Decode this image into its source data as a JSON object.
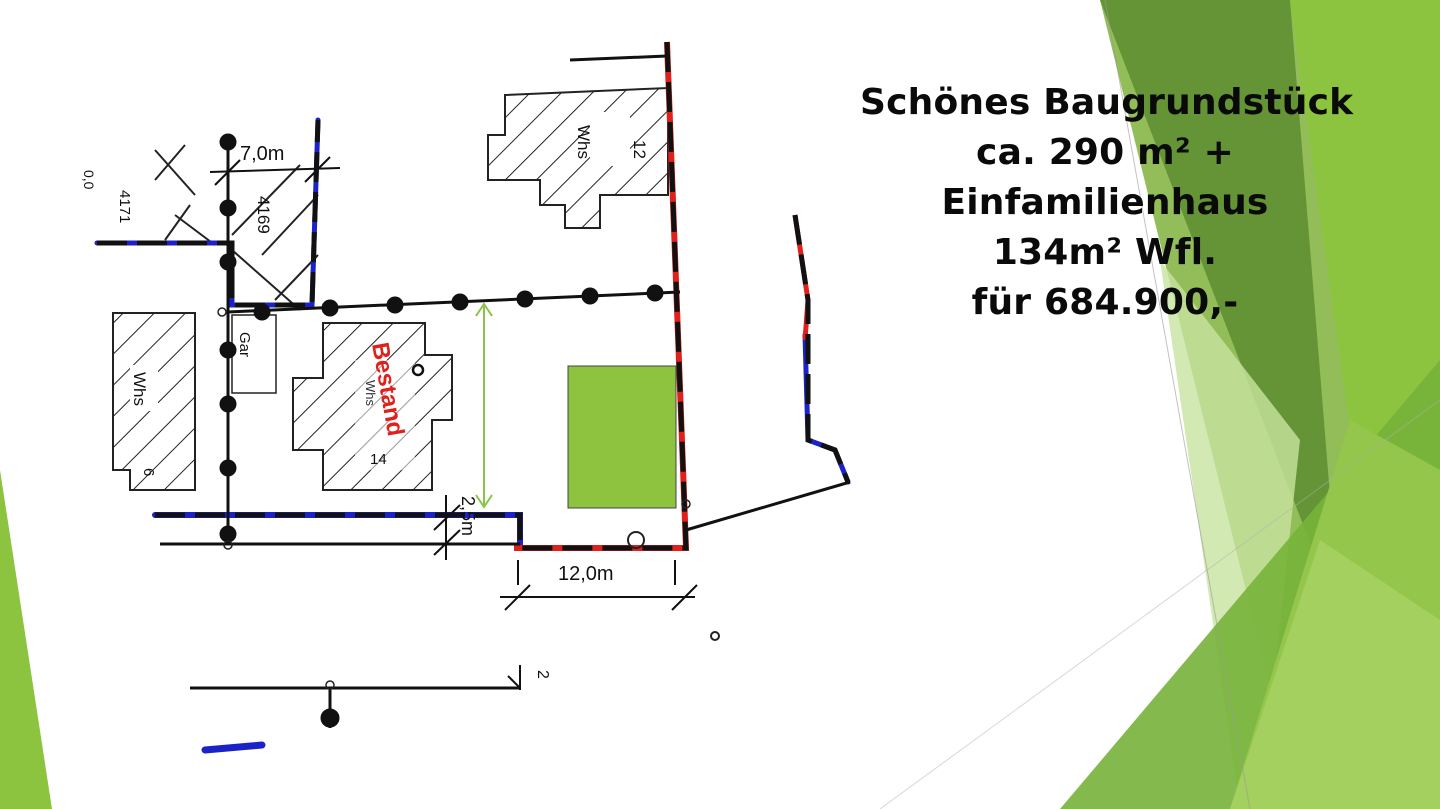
{
  "slide": {
    "headline": {
      "line1": "Schönes Baugrundstück",
      "line2": "ca. 290 m² +",
      "line3": "Einfamilienhaus",
      "line4": "134m² Wfl.",
      "line5": "für 684.900,-"
    }
  },
  "plan": {
    "dimension_top": "7,0m",
    "dimension_bottom": "12,0m",
    "dimension_side": "2,5m",
    "parcel_4171": "4171",
    "parcel_4169": "4169",
    "house_12_label": "Whs",
    "house_12_number": "12",
    "house_left_label": "Whs",
    "house_left_number": "6",
    "garage_label": "Gar",
    "house_14_label": "Whs",
    "house_14_number": "14",
    "existing_label": "Bestand",
    "misc_number": "2"
  },
  "colors": {
    "accent_green": "#8bc34a",
    "dark_green": "#5a8f2e",
    "light_green": "#c5e1a5",
    "boundary_red": "#e0201b",
    "boundary_blue": "#1b23c8",
    "new_building": "#8dc33f"
  }
}
